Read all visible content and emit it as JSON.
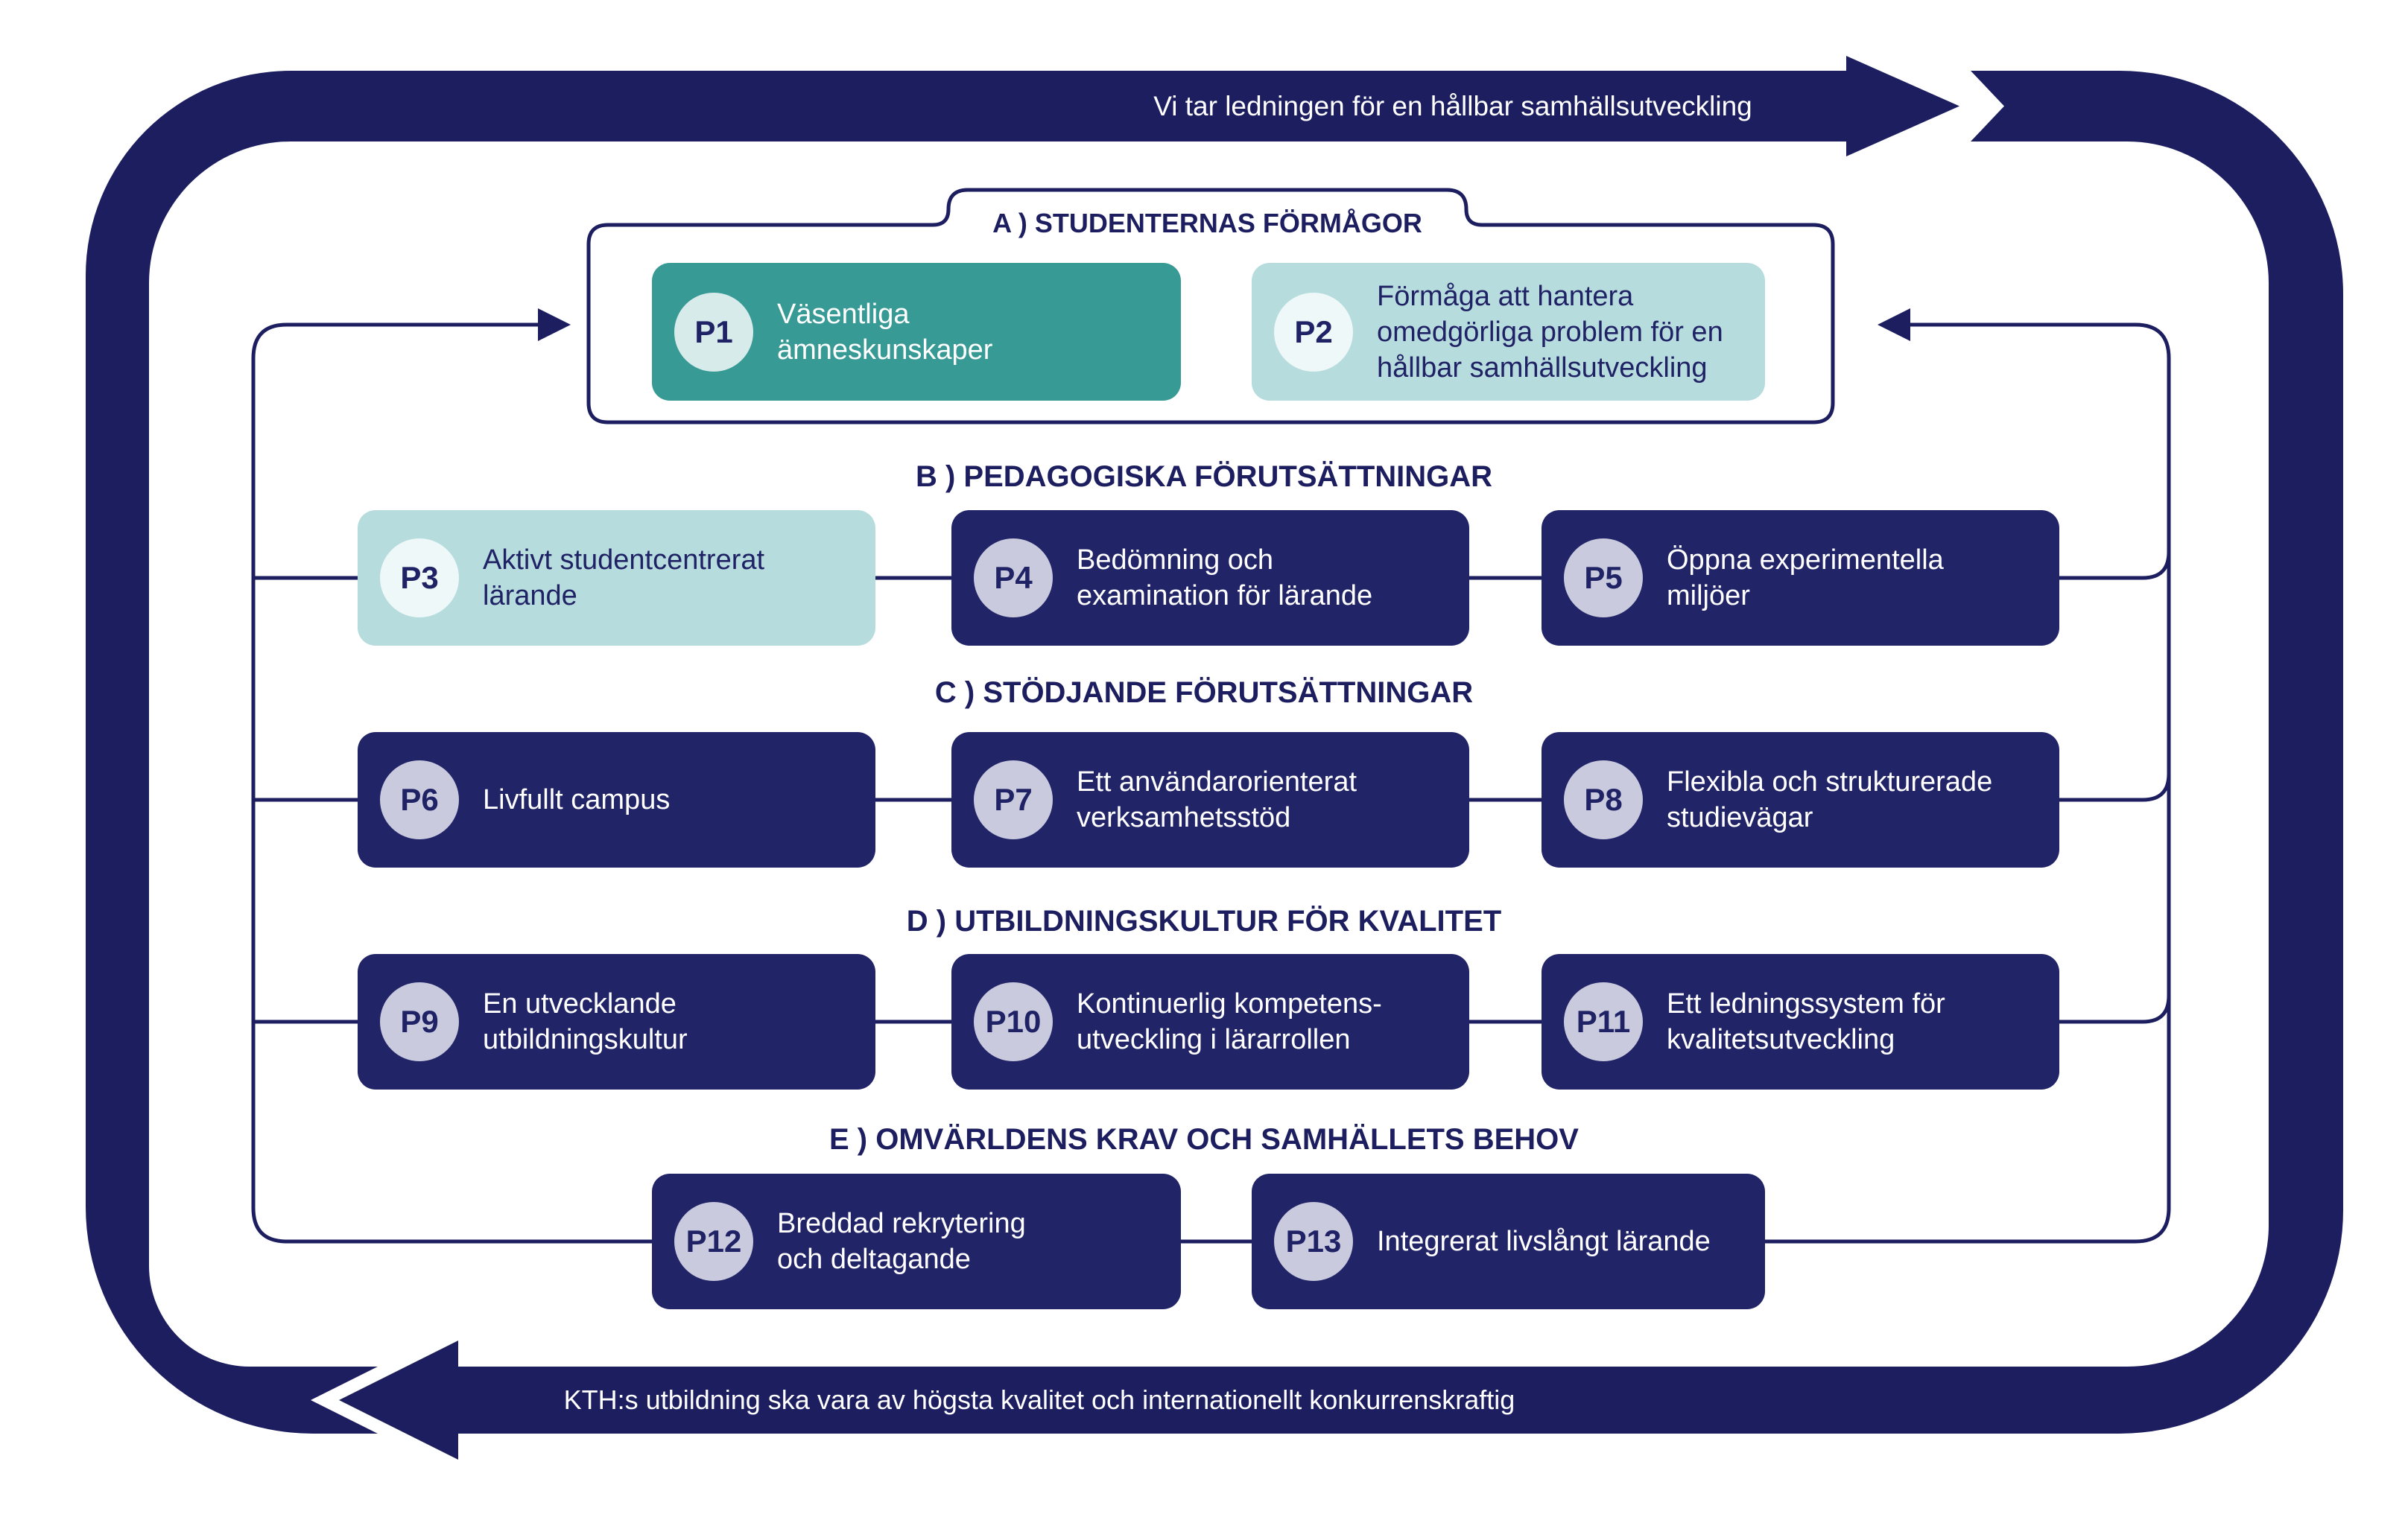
{
  "banner_top": {
    "text": "Vi tar ledningen för en hållbar samhällsutveckling",
    "direction": "right"
  },
  "banner_bottom": {
    "text": "KTH:s utbildning ska vara av högsta kvalitet och internationellt konkurrenskraftig",
    "direction": "left"
  },
  "sections": {
    "a": {
      "label": "A )  STUDENTERNAS FÖRMÅGOR"
    },
    "b": {
      "label": "B )  PEDAGOGISKA FÖRUTSÄTTNINGAR"
    },
    "c": {
      "label": "C )  STÖDJANDE FÖRUTSÄTTNINGAR"
    },
    "d": {
      "label": "D )  UTBILDNINGSKULTUR FÖR KVALITET"
    },
    "e": {
      "label": "E )  OMVÄRLDENS KRAV OCH SAMHÄLLETS BEHOV"
    }
  },
  "principles": [
    {
      "id": "P1",
      "label": "Väsentliga ämneskunskaper",
      "lines": [
        "Väsentliga",
        "ämneskunskaper"
      ],
      "section": "A",
      "style": "teal"
    },
    {
      "id": "P2",
      "label": "Förmåga att hantera omedgörliga problem för en hållbar samhällsutveckling",
      "lines": [
        "Förmåga att hantera",
        "omedgörliga problem för en",
        "hållbar samhällsutveckling"
      ],
      "section": "A",
      "style": "lightteal"
    },
    {
      "id": "P3",
      "label": "Aktivt studentcentrerat lärande",
      "lines": [
        "Aktivt studentcentrerat",
        "lärande"
      ],
      "section": "B",
      "style": "lightteal"
    },
    {
      "id": "P4",
      "label": "Bedömning och examination för lärande",
      "lines": [
        "Bedömning och",
        "examination för lärande"
      ],
      "section": "B",
      "style": "navy"
    },
    {
      "id": "P5",
      "label": "Öppna experimentella miljöer",
      "lines": [
        "Öppna experimentella",
        "miljöer"
      ],
      "section": "B",
      "style": "navy"
    },
    {
      "id": "P6",
      "label": "Livfullt campus",
      "lines": [
        "Livfullt campus"
      ],
      "section": "C",
      "style": "navy"
    },
    {
      "id": "P7",
      "label": "Ett användarorienterat verksamhetsstöd",
      "lines": [
        "Ett användarorienterat",
        "verksamhetsstöd"
      ],
      "section": "C",
      "style": "navy"
    },
    {
      "id": "P8",
      "label": "Flexibla och strukturerade studievägar",
      "lines": [
        "Flexibla och strukturerade",
        "studievägar"
      ],
      "section": "C",
      "style": "navy"
    },
    {
      "id": "P9",
      "label": "En utvecklande utbildningskultur",
      "lines": [
        "En utvecklande",
        "utbildningskultur"
      ],
      "section": "D",
      "style": "navy"
    },
    {
      "id": "P10",
      "label": "Kontinuerlig kompetens-utveckling i lärarrollen",
      "lines": [
        "Kontinuerlig kompetens-",
        "utveckling i lärarrollen"
      ],
      "section": "D",
      "style": "navy"
    },
    {
      "id": "P11",
      "label": "Ett ledningssystem för kvalitetsutveckling",
      "lines": [
        "Ett ledningssystem för",
        "kvalitetsutveckling"
      ],
      "section": "D",
      "style": "navy"
    },
    {
      "id": "P12",
      "label": "Breddad rekrytering och deltagande",
      "lines": [
        "Breddad rekrytering",
        "och deltagande"
      ],
      "section": "E",
      "style": "navy"
    },
    {
      "id": "P13",
      "label": "Integrerat livslångt lärande",
      "lines": [
        "Integrerat livslångt lärande"
      ],
      "section": "E",
      "style": "navy"
    }
  ],
  "colors": {
    "ink_navy": "#1c1e60",
    "box_navy": "#222468",
    "teal": "#379a94",
    "light_teal": "#b7dcdd",
    "badge_on_navy": "#c9cade",
    "badge_on_teal": "#d7ebeb",
    "badge_on_light_teal": "#eef8f8",
    "background": "#ffffff",
    "banner_text": "#ffffff"
  }
}
